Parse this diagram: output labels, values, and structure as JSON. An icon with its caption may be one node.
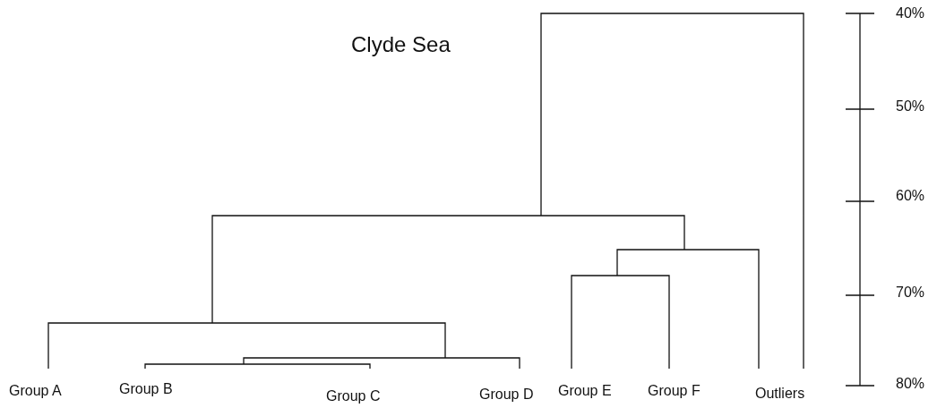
{
  "diagram": {
    "title": "Clyde Sea",
    "labels": [
      "Group A",
      "Group B",
      "Group C",
      "Group D",
      "Group E",
      "Group F",
      "Outliers",
      "40%",
      "50%",
      "60%",
      "70%",
      "80%"
    ]
  }
}
